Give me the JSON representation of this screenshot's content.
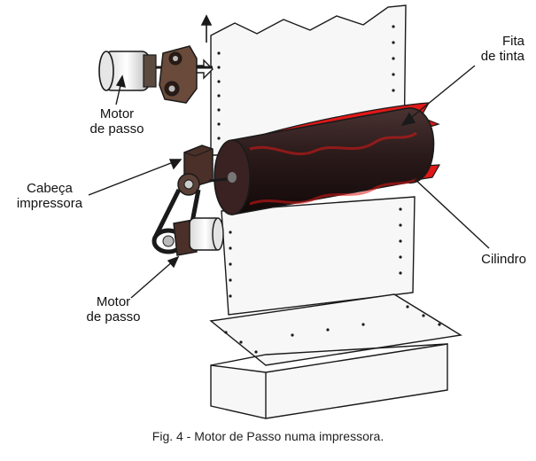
{
  "labels": {
    "top_motor": {
      "line1": "Motor",
      "line2": "de passo"
    },
    "print_head": {
      "line1": "Cabeça",
      "line2": "impressora"
    },
    "bottom_motor": {
      "line1": "Motor",
      "line2": "de passo"
    },
    "ink_ribbon": {
      "line1": "Fita",
      "line2": "de tinta"
    },
    "cylinder": "Cilindro"
  },
  "caption": "Fig. 4 - Motor de Passo numa impressora.",
  "colors": {
    "ribbon": "#e01818",
    "cylinder": "#2a1a1a",
    "paper": "#f6f6f6",
    "outline": "#1a1a1a"
  }
}
